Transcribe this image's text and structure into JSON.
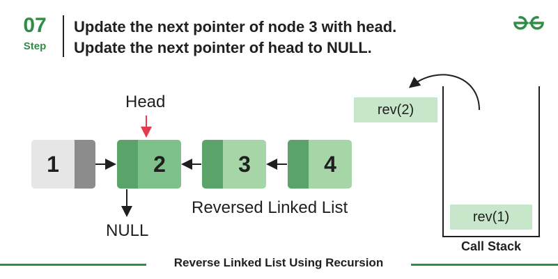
{
  "step": {
    "number": "07",
    "word": "Step"
  },
  "title": {
    "line1": "Update the next pointer of node 3 with head.",
    "line2": "Update the next pointer of head to NULL."
  },
  "logo": "gfg-logo-icon",
  "nodes": [
    {
      "value": "1",
      "left_color": "#8c8c8c",
      "right_color": "#e6e6e6"
    },
    {
      "value": "2",
      "left_color": "#5aa469",
      "right_color": "#7fc18a"
    },
    {
      "value": "3",
      "left_color": "#5aa469",
      "right_color": "#a6d6a8"
    },
    {
      "value": "4",
      "left_color": "#5aa469",
      "right_color": "#a6d6a8"
    }
  ],
  "labels": {
    "head": "Head",
    "null": "NULL",
    "reversed": "Reversed Linked List"
  },
  "call_stack": {
    "label": "Call Stack",
    "popped": "rev(2)",
    "frames": [
      "rev(1)"
    ]
  },
  "footer": "Reverse Linked List Using Recursion",
  "colors": {
    "accent": "#2f8d46",
    "head_arrow": "#e53950",
    "frame": "#c8e6c9"
  }
}
